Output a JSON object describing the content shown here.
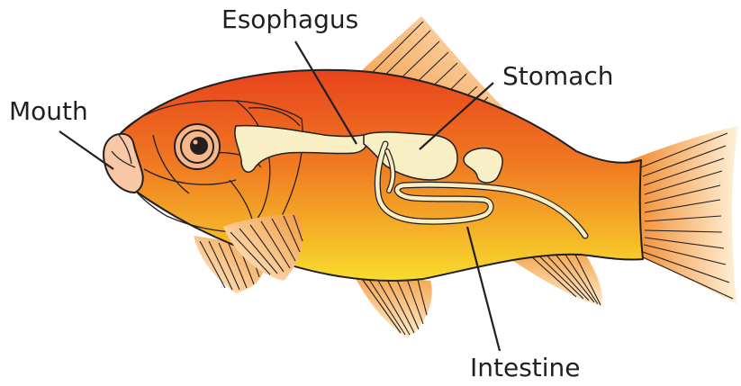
{
  "labels": {
    "mouth": "Mouth",
    "esophagus": "Esophagus",
    "stomach": "Stomach",
    "intestine": "Intestine"
  },
  "colors": {
    "body_top": "#e8481e",
    "body_bottom": "#f7d82a",
    "fin": "#f3a54a",
    "fin_light": "#fde6c2",
    "organ": "#f8f0c4",
    "outline": "#231f20"
  }
}
